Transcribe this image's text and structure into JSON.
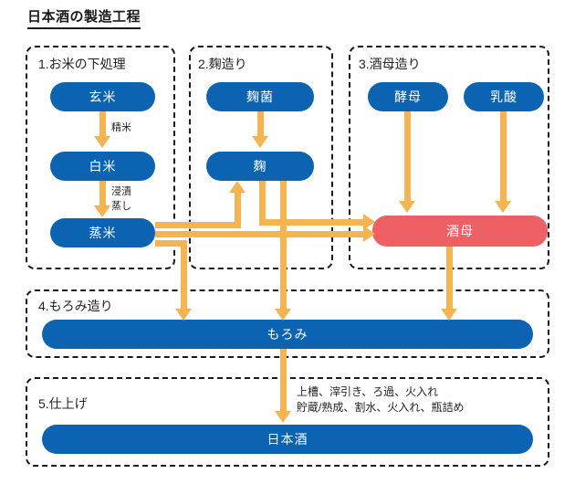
{
  "title": "日本酒の製造工程",
  "colors": {
    "node_blue": "#0B63B2",
    "node_red": "#EE6064",
    "arrow": "#F5B352",
    "outline": "#1A1A1A",
    "text": "#231F20"
  },
  "stages": [
    {
      "id": "stage1",
      "label": "1.お米の下処理"
    },
    {
      "id": "stage2",
      "label": "2.麹造り"
    },
    {
      "id": "stage3",
      "label": "3.酒母造り"
    },
    {
      "id": "stage4",
      "label": "4.もろみ造り"
    },
    {
      "id": "stage5",
      "label": "5.仕上げ"
    }
  ],
  "nodes": {
    "genmai": "玄米",
    "hakumai": "白米",
    "mushimai": "蒸米",
    "kojikin": "麹菌",
    "koji": "麹",
    "kobo": "酵母",
    "nyusan": "乳酸",
    "shubo": "酒母",
    "moromi": "もろみ",
    "nihonshu": "日本酒"
  },
  "edge_labels": {
    "seimai": "精米",
    "shinseki": "浸漬",
    "mushi": "蒸し"
  },
  "finishing_note": {
    "line1": "上槽、滓引き、ろ過、火入れ",
    "line2": "貯蔵/熟成、割水、火入れ、瓶詰め"
  }
}
